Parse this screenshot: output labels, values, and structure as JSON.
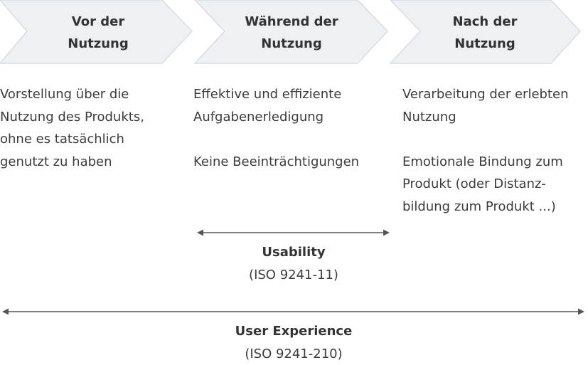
{
  "phases": [
    {
      "line1": "Vor der",
      "line2": "Nutzung"
    },
    {
      "line1": "Während der",
      "line2": "Nutzung"
    },
    {
      "line1": "Nach der",
      "line2": "Nutzung"
    }
  ],
  "descriptions": [
    {
      "paragraphs": [
        "Vorstellung über die Nutzung des Produkts, ohne es tatsächlich genutzt zu haben"
      ]
    },
    {
      "paragraphs": [
        "Effektive und effiziente Aufgabenerledigung",
        "Keine Beeinträchtigungen"
      ]
    },
    {
      "paragraphs": [
        "Verarbeitung der erlebten Nutzung",
        "Emotionale Bindung zum Produkt (oder Distanz-bildung zum Produkt ...)"
      ]
    }
  ],
  "usability": {
    "title": "Usability",
    "standard": "(ISO 9241-11)"
  },
  "user_experience": {
    "title": "User Experience",
    "standard": "(ISO 9241-210)"
  },
  "colors": {
    "chevron_fill": "#eef1f4",
    "chevron_stroke": "#d7dde3",
    "line": "#555555",
    "text": "#3c3c3c"
  }
}
